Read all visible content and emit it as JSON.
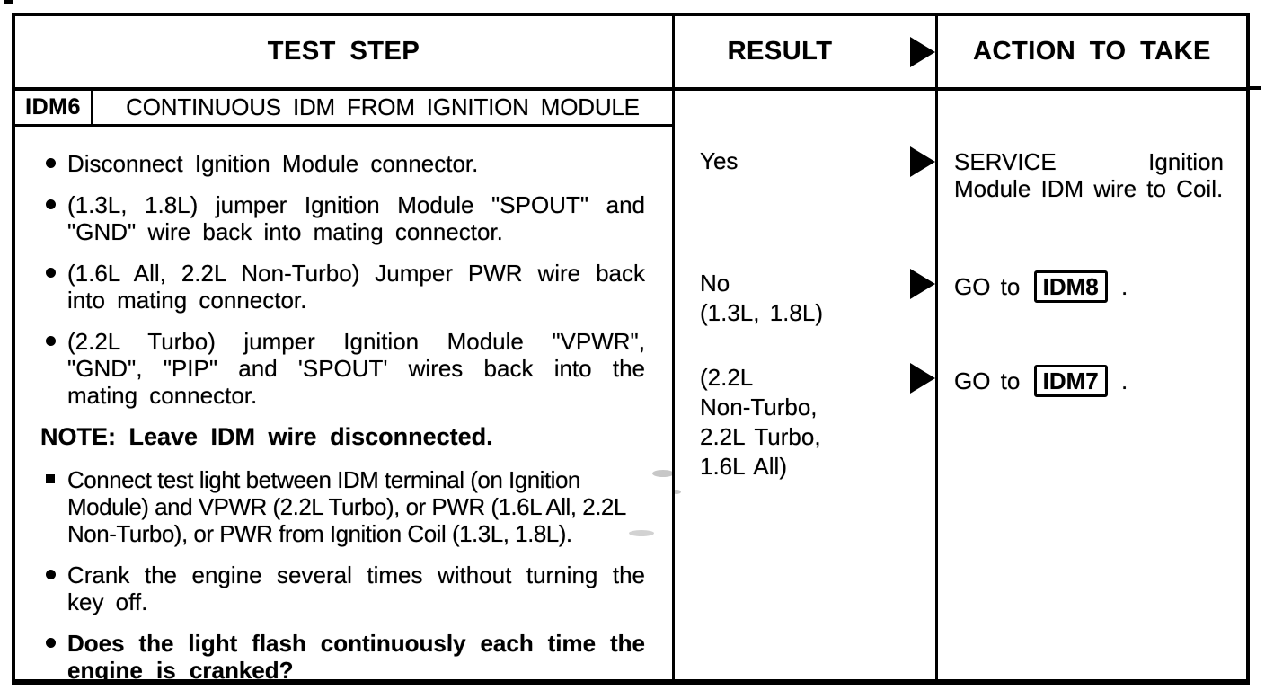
{
  "table": {
    "headers": {
      "test_step": "TEST STEP",
      "result": "RESULT",
      "action": "ACTION TO TAKE"
    },
    "test": {
      "id": "IDM6",
      "title": "CONTINUOUS IDM FROM IGNITION MODULE"
    },
    "steps": [
      {
        "type": "bullet",
        "text": "Disconnect Ignition Module connector."
      },
      {
        "type": "bullet",
        "text": "(1.3L, 1.8L) jumper Ignition Module \"SPOUT\" and \"GND\" wire back into mating connector."
      },
      {
        "type": "bullet",
        "text": "(1.6L All, 2.2L Non-Turbo) Jumper PWR wire back into mating connector."
      },
      {
        "type": "bullet",
        "text": "(2.2L Turbo) jumper Ignition Module \"VPWR\", \"GND\", \"PIP\" and 'SPOUT' wires back into the mating connector."
      },
      {
        "type": "note",
        "text": "NOTE: Leave IDM wire disconnected."
      },
      {
        "type": "bullet-condensed",
        "text": "Connect test light between IDM terminal (on Ignition Module) and VPWR (2.2L Turbo), or PWR (1.6L All, 2.2L Non-Turbo), or PWR from Ignition Coil (1.3L, 1.8L)."
      },
      {
        "type": "bullet",
        "text": "Crank the engine several times without turning the key off."
      },
      {
        "type": "bullet-bold",
        "text": "Does the light flash continuously each time the engine is cranked?"
      }
    ],
    "results": [
      {
        "lines": [
          "Yes"
        ],
        "action_text": "SERVICE Ignition Module IDM wire to Coil."
      },
      {
        "lines": [
          "No",
          "(1.3L, 1.8L)"
        ],
        "action_go": "GO to",
        "goto": "IDM8",
        "action_after": "."
      },
      {
        "lines": [
          "(2.2L",
          "Non-Turbo,",
          "2.2L Turbo,",
          "1.6L All)"
        ],
        "action_go": "GO to",
        "goto": "IDM7",
        "action_after": "."
      }
    ],
    "icons": {
      "result_arrow": "right-filled-triangle",
      "bullet_round": "round-bullet",
      "bullet_square": "square-bullet"
    }
  }
}
